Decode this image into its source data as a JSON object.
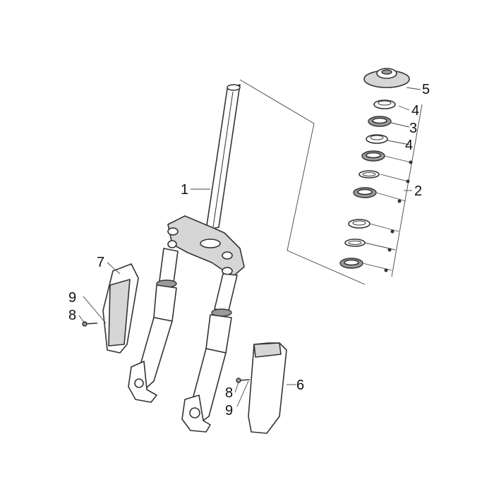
{
  "callouts": {
    "steering_tube": "1",
    "bearing_set": "2",
    "bearing_ring": "3",
    "upper_cup": "4",
    "lower_cup": "4",
    "ring_nut": "5",
    "right_cover": "6",
    "left_cover": "7",
    "screw_left": "8",
    "clip_left": "9",
    "screw_right": "8",
    "clip_right": "9"
  }
}
